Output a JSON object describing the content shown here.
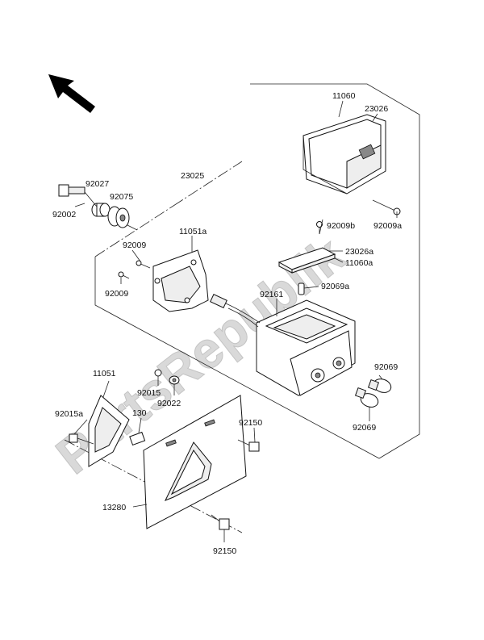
{
  "watermark": "PartsRepublik",
  "labels": {
    "l11060": "11060",
    "l23026": "23026",
    "l23025": "23025",
    "l92027": "92027",
    "l92075": "92075",
    "l92002": "92002",
    "l92009_top": "92009",
    "l11051a": "11051a",
    "l92009_left": "92009",
    "l92009b": "92009b",
    "l92009a": "92009a",
    "l23026a": "23026a",
    "l11060a": "11060a",
    "l92069a": "92069a",
    "l92161": "92161",
    "l11051": "11051",
    "l92015": "92015",
    "l92022": "92022",
    "l92015a": "92015a",
    "l130": "130",
    "l92150_right": "92150",
    "l92069_top": "92069",
    "l92069_bottom": "92069",
    "l13280": "13280",
    "l92150_bottom": "92150"
  }
}
